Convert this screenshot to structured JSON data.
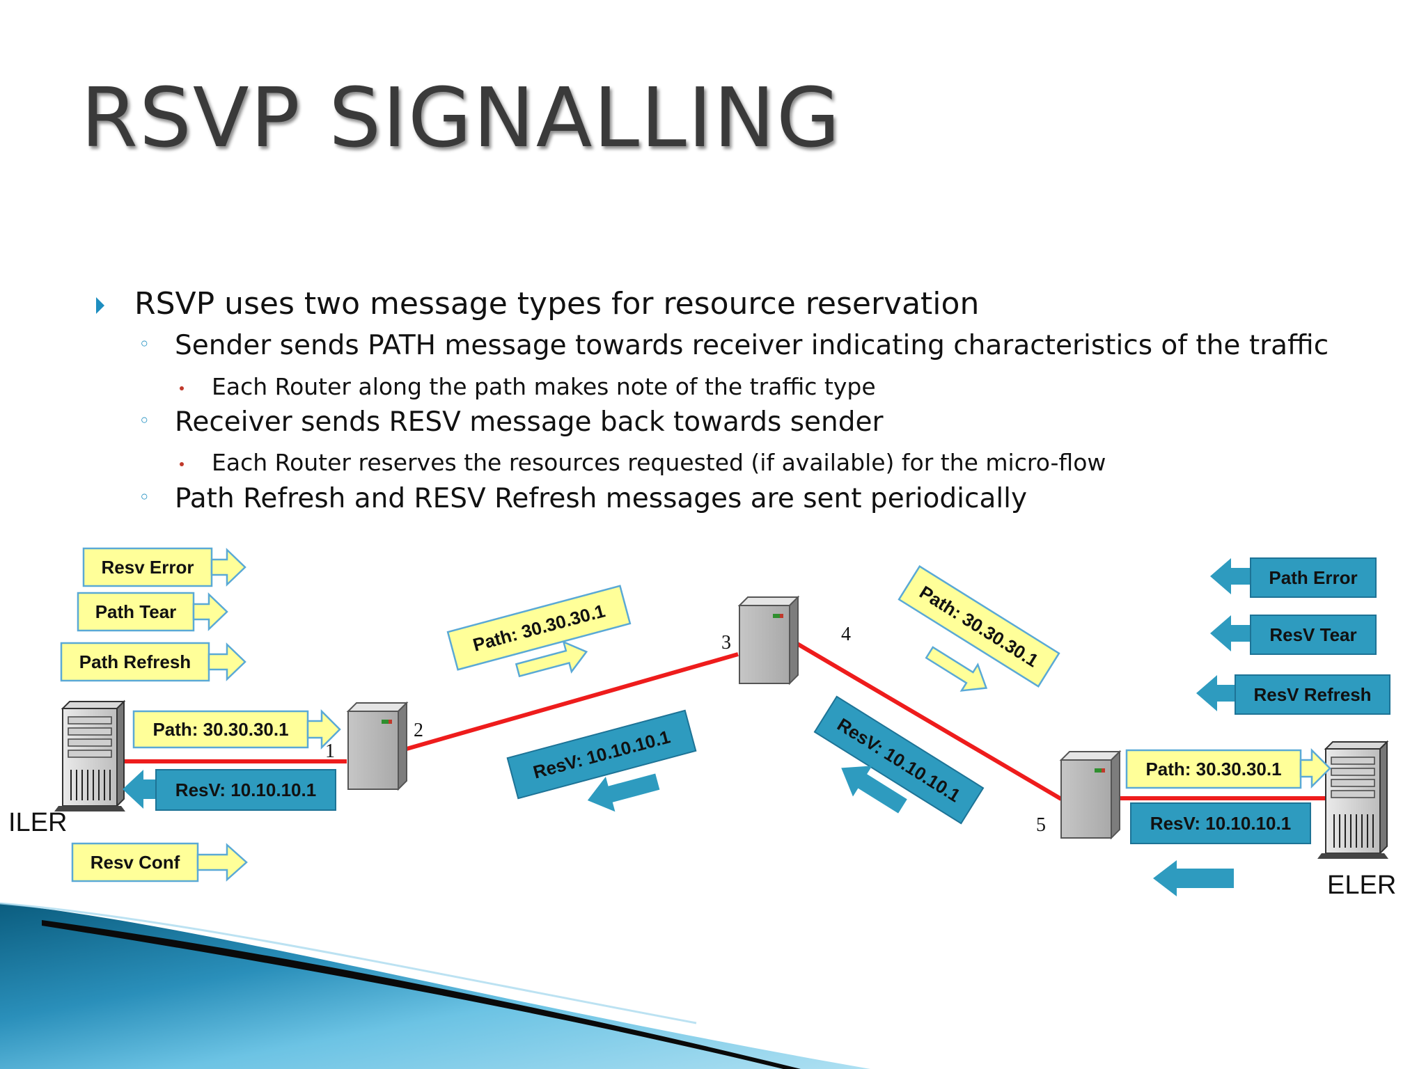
{
  "title": "RSVP SIGNALLING",
  "bullets": [
    {
      "level": 1,
      "text": "RSVP uses two message types for resource reservation"
    },
    {
      "level": 2,
      "text": "Sender sends PATH message towards receiver indicating characteristics of the traffic"
    },
    {
      "level": 3,
      "text": "Each Router along the path makes note of the traffic type"
    },
    {
      "level": 2,
      "text": "Receiver sends RESV message back towards sender"
    },
    {
      "level": 3,
      "text": "Each Router reserves the resources requested (if available) for the micro-flow"
    },
    {
      "level": 2,
      "text": "Path Refresh and RESV Refresh messages are sent periodically"
    }
  ],
  "diagram": {
    "endpoints": {
      "ingress": "ILER",
      "egress": "ELER"
    },
    "node_numbers": [
      "1",
      "2",
      "3",
      "4",
      "5"
    ],
    "legend_left": [
      "Resv Error",
      "Path Tear",
      "Path Refresh",
      "Resv Conf"
    ],
    "legend_right": [
      "Path Error",
      "ResV Tear",
      "ResV Refresh"
    ],
    "path_message": "Path: 30.30.30.1",
    "resv_message": "ResV: 10.10.10.1"
  },
  "colors": {
    "accent": "#1e8ec0",
    "path_box": "#ffff99",
    "path_border": "#5aa9d6",
    "resv_box": "#2e9bbf",
    "link": "#ee1c1c"
  }
}
